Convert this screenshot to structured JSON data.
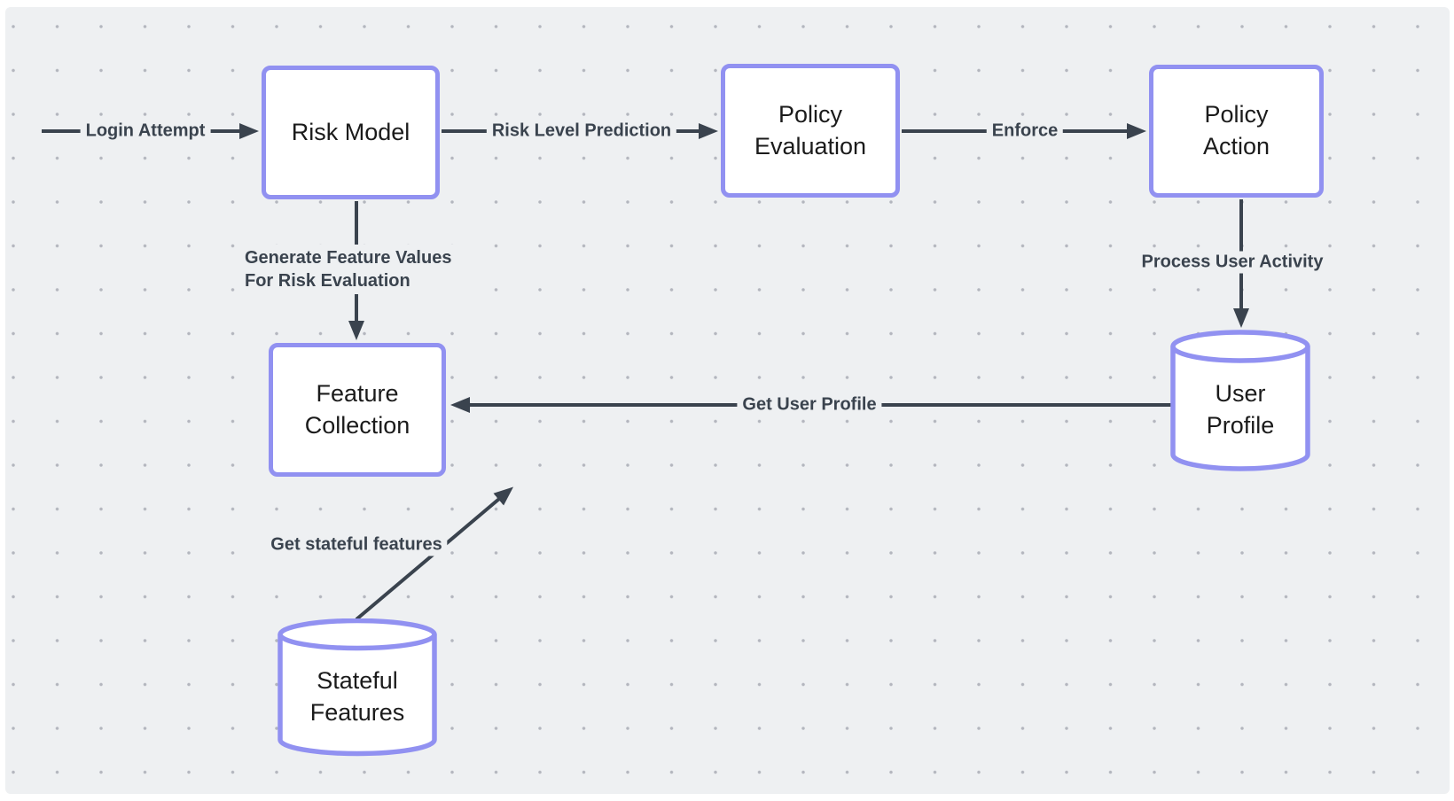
{
  "colors": {
    "canvas_background": "#eef0f2",
    "dot_grid": "#b3b6be",
    "node_border": "#9191f1",
    "node_fill": "#ffffff",
    "arrow": "#3a434e",
    "node_text": "#1b1b1b",
    "edge_label_text": "#3a434e"
  },
  "nodes": {
    "risk_model": {
      "label": "Risk Model",
      "type": "process"
    },
    "policy_evaluation": {
      "label": "Policy\nEvaluation",
      "type": "process"
    },
    "policy_action": {
      "label": "Policy\nAction",
      "type": "process"
    },
    "feature_collection": {
      "label": "Feature\nCollection",
      "type": "process"
    },
    "user_profile": {
      "label": "User\nProfile",
      "type": "datastore-cylinder"
    },
    "stateful_features": {
      "label": "Stateful\nFeatures",
      "type": "datastore-cylinder"
    }
  },
  "edges": {
    "login_attempt": {
      "label": "Login Attempt",
      "from": "start",
      "to": "Risk Model"
    },
    "risk_level_prediction": {
      "label": "Risk Level Prediction",
      "from": "Risk Model",
      "to": "Policy Evaluation"
    },
    "enforce": {
      "label": "Enforce",
      "from": "Policy Evaluation",
      "to": "Policy Action"
    },
    "generate_feature_values": {
      "label": "Generate Feature Values\nFor Risk Evaluation",
      "from": "Risk Model",
      "to": "Feature Collection"
    },
    "process_user_activity": {
      "label": "Process User Activity",
      "from": "Policy Action",
      "to": "User Profile"
    },
    "get_user_profile": {
      "label": "Get User Profile",
      "from": "User Profile",
      "to": "Feature Collection"
    },
    "get_stateful_features": {
      "label": "Get stateful features",
      "from": "Stateful Features",
      "to": "Feature Collection"
    }
  }
}
